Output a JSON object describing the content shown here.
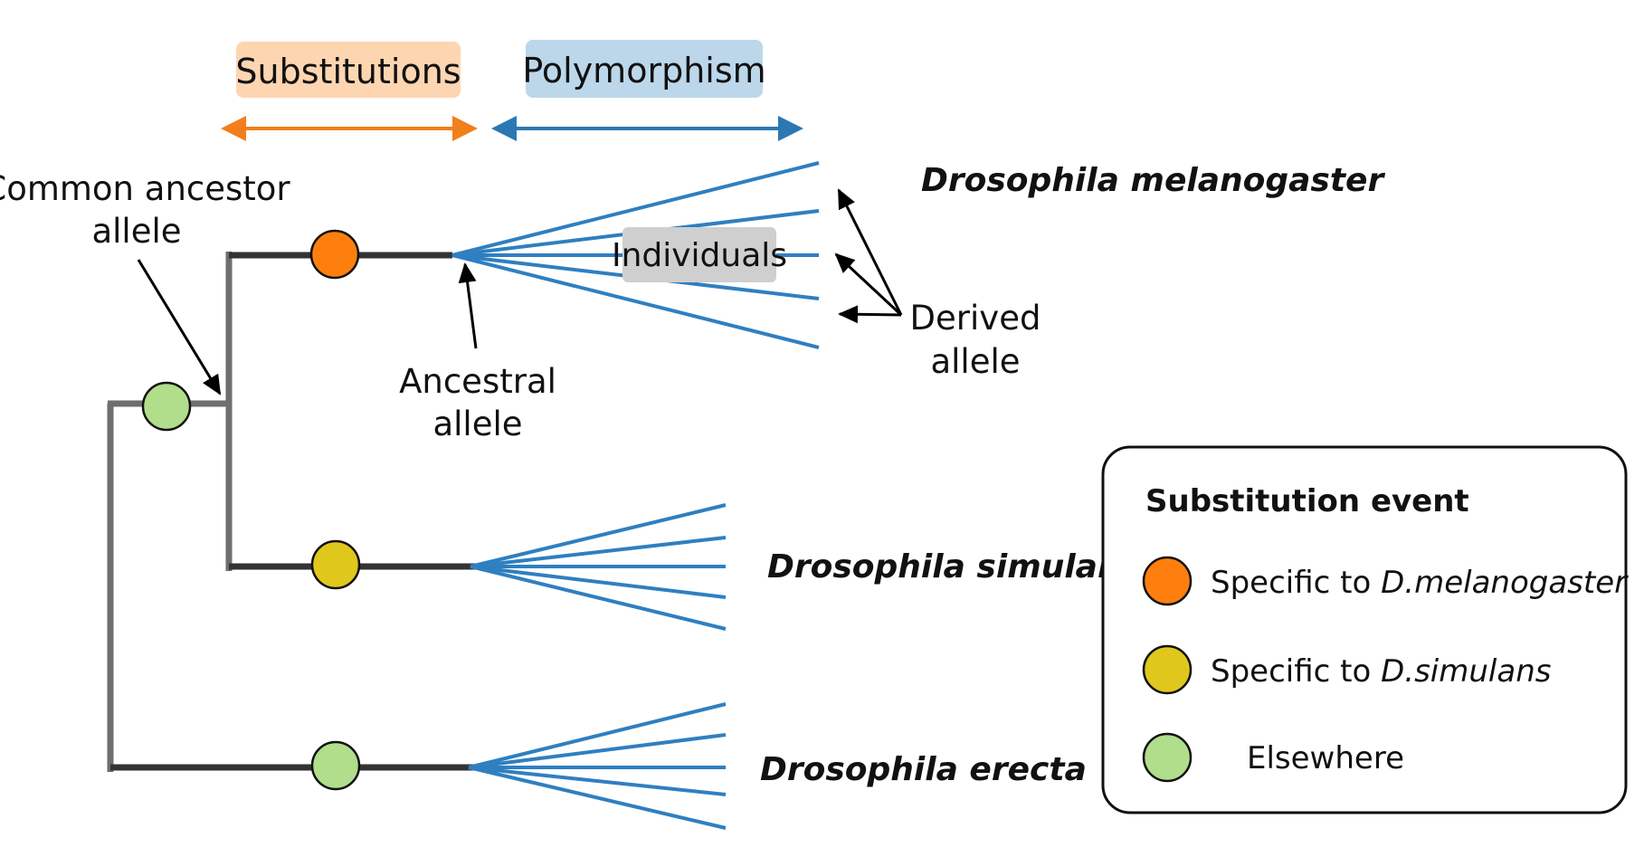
{
  "header": {
    "substitutions_label": "Substitutions",
    "polymorphism_label": "Polymorphism"
  },
  "annotations": {
    "common_ancestor_line1": "Common ancestor",
    "common_ancestor_line2": "allele",
    "ancestral_line1": "Ancestral",
    "ancestral_line2": "allele",
    "derived_line1": "Derived",
    "derived_line2": "allele",
    "individuals": "Individuals"
  },
  "species": {
    "melanogaster": "Drosophila melanogaster",
    "simulans": "Drosophila simulans",
    "erecta": "Drosophila erecta"
  },
  "legend": {
    "title": "Substitution event",
    "items": [
      {
        "prefix": "Specific to ",
        "italic": "D.melanogaster",
        "color": "#ff7f0e"
      },
      {
        "prefix": "Specific to ",
        "italic": "D.simulans",
        "color": "#e0c71b"
      },
      {
        "prefix": "Elsewhere",
        "italic": "",
        "color": "#b0de8a"
      }
    ]
  },
  "colors": {
    "substitutions_box": "#fdd5b1",
    "polymorphism_box": "#bcd7ea",
    "substitutions_arrow": "#f27f1b",
    "polymorphism_arrow": "#2b78b3",
    "branch": "#333333",
    "stem": "#6e6e6e",
    "individual_line": "#2f7fc1",
    "individuals_box": "#cfcfcf",
    "node_orange": "#ff7f0e",
    "node_yellow": "#e0c71b",
    "node_green": "#b0de8a"
  }
}
